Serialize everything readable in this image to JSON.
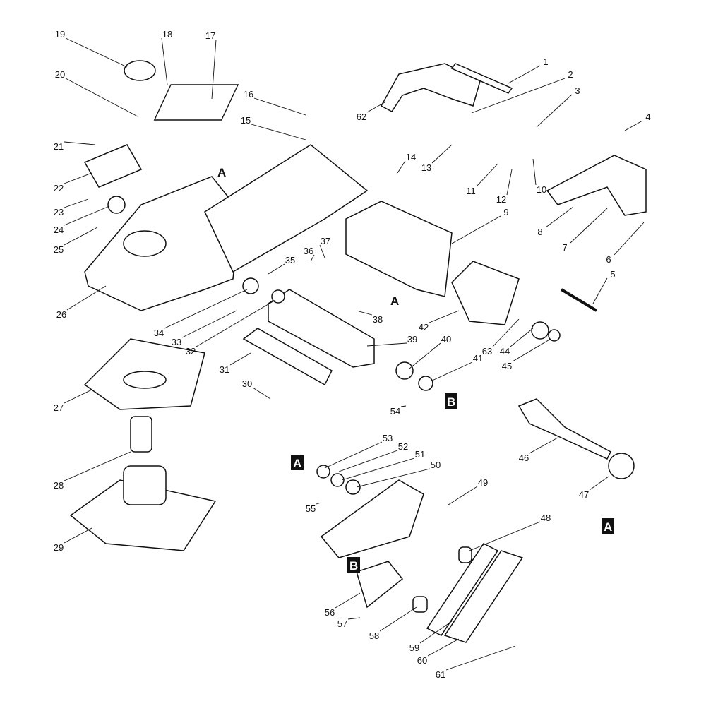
{
  "diagram": {
    "part_numbers": [
      "1",
      "2",
      "3",
      "4",
      "5",
      "6",
      "7",
      "8",
      "9",
      "10",
      "11",
      "12",
      "13",
      "14",
      "15",
      "16",
      "17",
      "18",
      "19",
      "20",
      "21",
      "22",
      "23",
      "24",
      "25",
      "26",
      "27",
      "28",
      "29",
      "30",
      "31",
      "32",
      "33",
      "34",
      "35",
      "36",
      "37",
      "38",
      "39",
      "40",
      "41",
      "42",
      "44",
      "45",
      "46",
      "47",
      "48",
      "49",
      "50",
      "51",
      "52",
      "53",
      "54",
      "55",
      "56",
      "57",
      "58",
      "59",
      "60",
      "61",
      "62",
      "63"
    ],
    "reference_marks": {
      "a_boxed_left": "A",
      "a_boxed_right": "A",
      "b_boxed_mid": "B",
      "b_boxed_low": "B",
      "a_plain_body": "A",
      "a_plain_housing": "A"
    }
  }
}
